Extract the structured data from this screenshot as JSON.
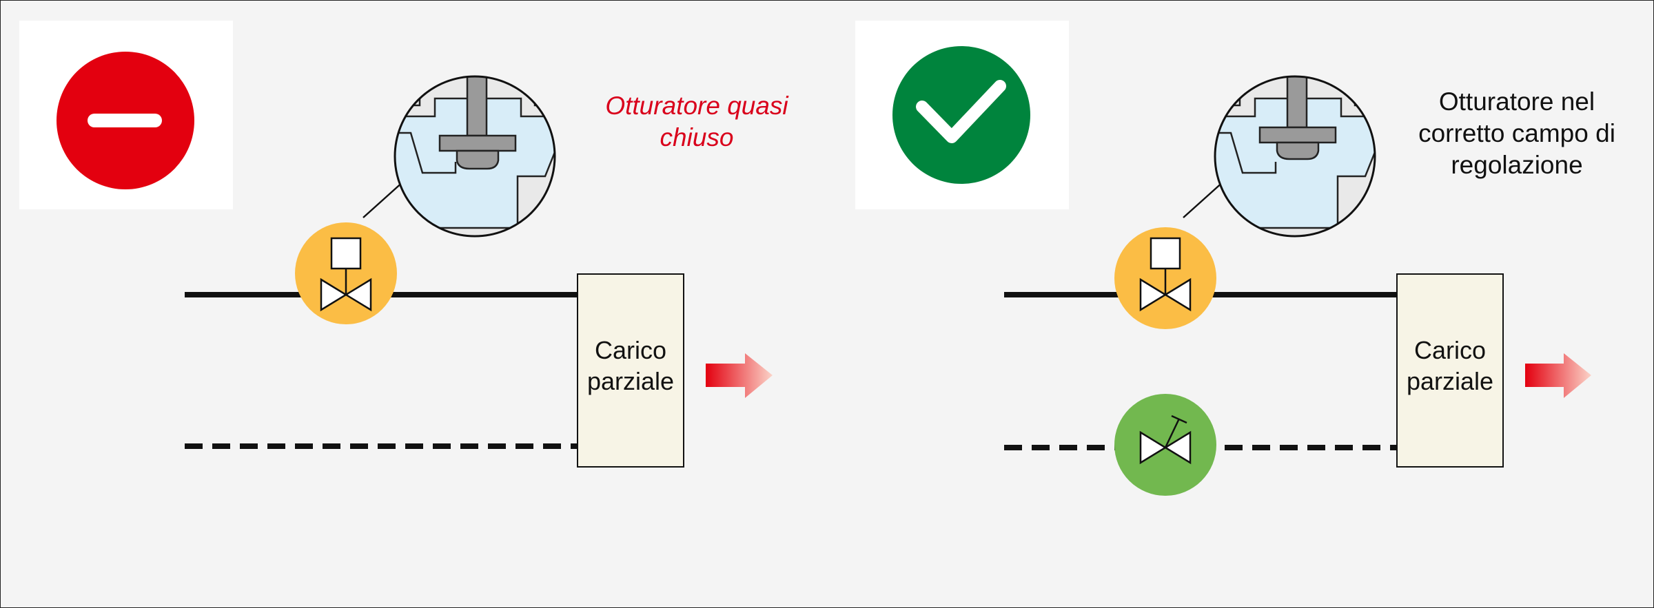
{
  "colors": {
    "background": "#f4f4f4",
    "bad_red": "#e3000f",
    "good_green": "#00843d",
    "control_valve_orange": "#fbbd45",
    "balancing_valve_green": "#72b84f",
    "valve_body_blue": "#d8edf8",
    "load_fill": "#f7f4e6",
    "caption_red": "#d9001b"
  },
  "panels": [
    {
      "status": "incorrect",
      "status_icon": "minus-icon",
      "caption_lines": [
        "Otturatore quasi",
        "chiuso"
      ],
      "load_label_lines": [
        "Carico",
        "parziale"
      ],
      "control_valve_icon": "two-way-control-valve-icon",
      "flow_arrow_icon": "arrow-right-icon"
    },
    {
      "status": "correct",
      "status_icon": "checkmark-icon",
      "caption_lines": [
        "Otturatore nel",
        "corretto campo di",
        "regolazione"
      ],
      "load_label_lines": [
        "Carico",
        "parziale"
      ],
      "control_valve_icon": "two-way-control-valve-icon",
      "balancing_valve_icon": "balancing-valve-icon",
      "flow_arrow_icon": "arrow-right-icon"
    }
  ]
}
